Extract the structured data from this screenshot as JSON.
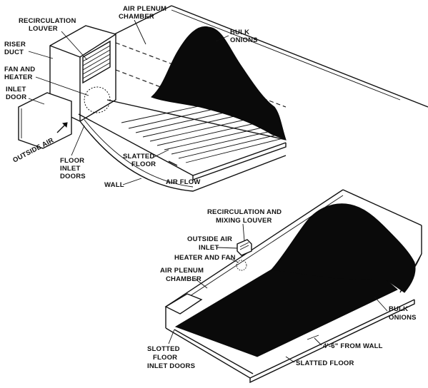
{
  "figure_top": {
    "labels": {
      "recirculation_louver": [
        "RECIRCULATION",
        "LOUVER"
      ],
      "air_plenum_chamber": [
        "AIR PLENUM",
        "CHAMBER"
      ],
      "bulk_onions": [
        "BULK",
        "ONIONS"
      ],
      "riser_duct": [
        "RISER",
        "DUCT"
      ],
      "fan_and_heater": [
        "FAN AND",
        "HEATER"
      ],
      "inlet_door": [
        "INLET",
        "DOOR"
      ],
      "outside_air": "OUTSIDE AIR",
      "floor_inlet_doors": [
        "FLOOR",
        "INLET",
        "DOORS"
      ],
      "slatted_floor": [
        "SLATTED",
        "FLOOR"
      ],
      "wall": "WALL",
      "air_flow": "AIR FLOW"
    }
  },
  "figure_bottom": {
    "labels": {
      "recirculation_and_mixing_louver": [
        "RECIRCULATION AND",
        "MIXING LOUVER"
      ],
      "outside_air_inlet": [
        "OUTSIDE AIR",
        "INLET"
      ],
      "heater_and_fan": "HEATER AND FAN",
      "air_plenum_chamber": [
        "AIR PLENUM",
        "CHAMBER"
      ],
      "bulk_onions": [
        "BULK",
        "ONIONS"
      ],
      "slotted_floor_inlet_doors": [
        "SLOTTED",
        "FLOOR",
        "INLET DOORS"
      ],
      "distance_from_wall": "4'-6\" FROM WALL",
      "slatted_floor": "SLATTED FLOOR"
    }
  }
}
